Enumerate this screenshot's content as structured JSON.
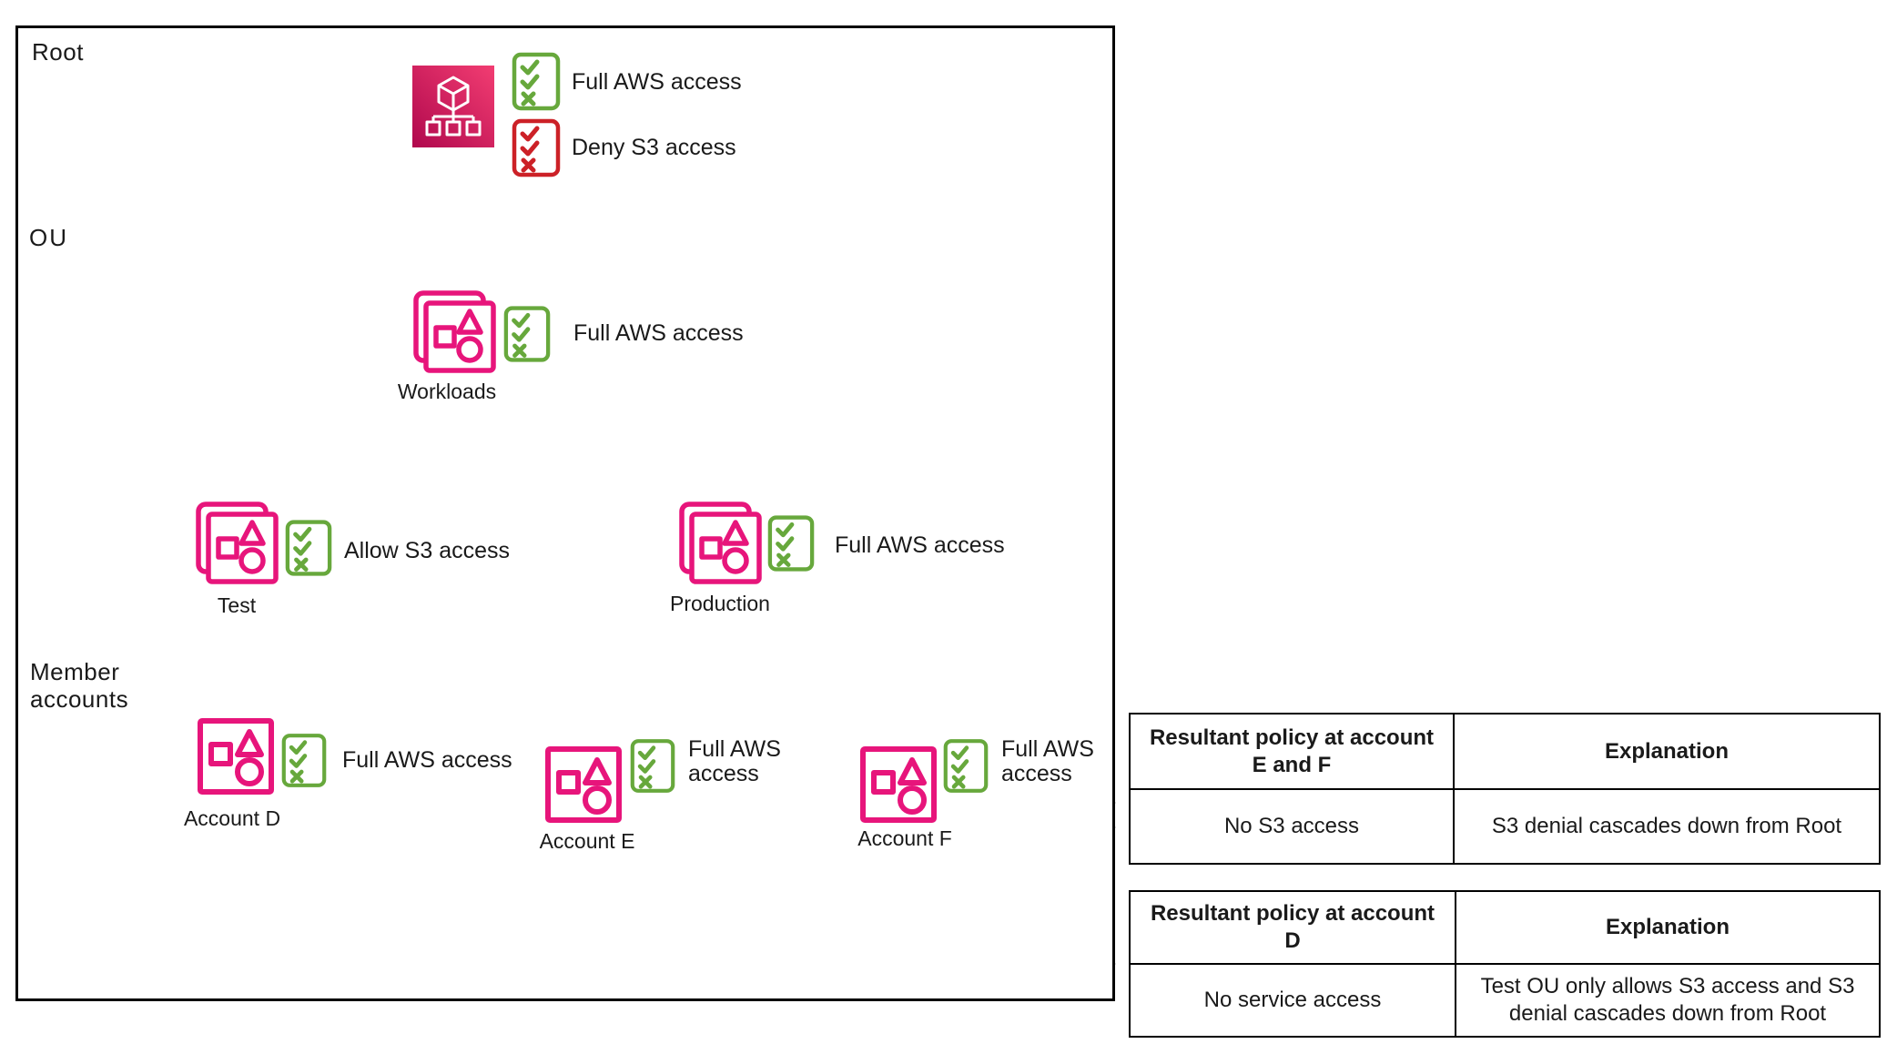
{
  "colors": {
    "pink": "#E7157B",
    "pink_gradient_dark": "#B0084D",
    "pink_gradient_bright": "#F23D72",
    "green": "#67A83C",
    "red": "#CC2127",
    "blue_arrow": "#2D5A9E",
    "purple_divider": "#AF8FE9",
    "text": "#1A1A1A"
  },
  "bands": {
    "root": "Root",
    "ou": "OU",
    "member": "Member accounts"
  },
  "nodes": {
    "root": {
      "policies": [
        {
          "label": "Full AWS access",
          "type": "allow"
        },
        {
          "label": "Deny S3 access",
          "type": "deny"
        }
      ]
    },
    "workloads": {
      "label": "Workloads",
      "policy": "Full AWS access"
    },
    "test": {
      "label": "Test",
      "policy": "Allow S3 access"
    },
    "production": {
      "label": "Production",
      "policy": "Full AWS access"
    },
    "account_d": {
      "label": "Account D",
      "policy": "Full AWS access"
    },
    "account_e": {
      "label": "Account E",
      "policy": "Full AWS access"
    },
    "account_f": {
      "label": "Account F",
      "policy": "Full AWS access"
    }
  },
  "tables": [
    {
      "headers": [
        "Resultant policy at account E and F",
        "Explanation"
      ],
      "rows": [
        [
          "No S3 access",
          "S3 denial cascades down from Root"
        ]
      ]
    },
    {
      "headers": [
        "Resultant policy at account D",
        "Explanation"
      ],
      "rows": [
        [
          "No service access",
          "Test OU only allows S3 access and S3 denial cascades down from Root"
        ]
      ]
    }
  ]
}
